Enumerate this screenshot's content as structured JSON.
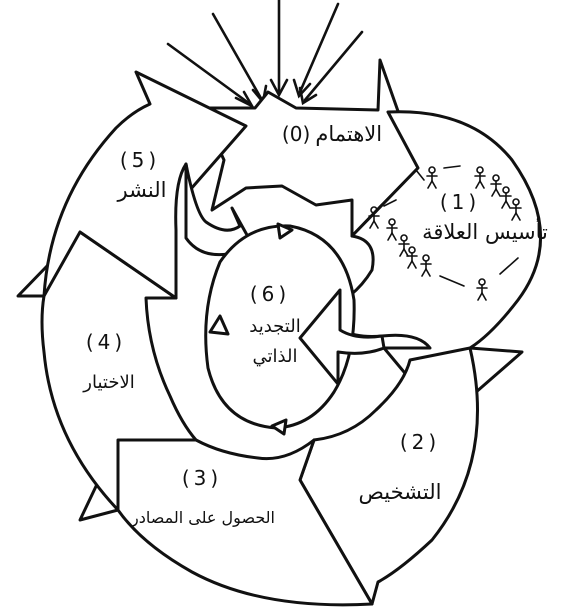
{
  "stages": [
    {
      "number": "(0)",
      "title": "الاهتمام"
    },
    {
      "number": "(1)",
      "title": "تأسيس العلاقة"
    },
    {
      "number": "(2)",
      "title": "التشخيص"
    },
    {
      "number": "(3)",
      "title": "الحصول على المصادر"
    },
    {
      "number": "(4)",
      "title": "الاختيار"
    },
    {
      "number": "(5)",
      "title": "النشر"
    },
    {
      "number": "(6)",
      "title_line1": "التجديد",
      "title_line2": "الذاتي"
    }
  ]
}
